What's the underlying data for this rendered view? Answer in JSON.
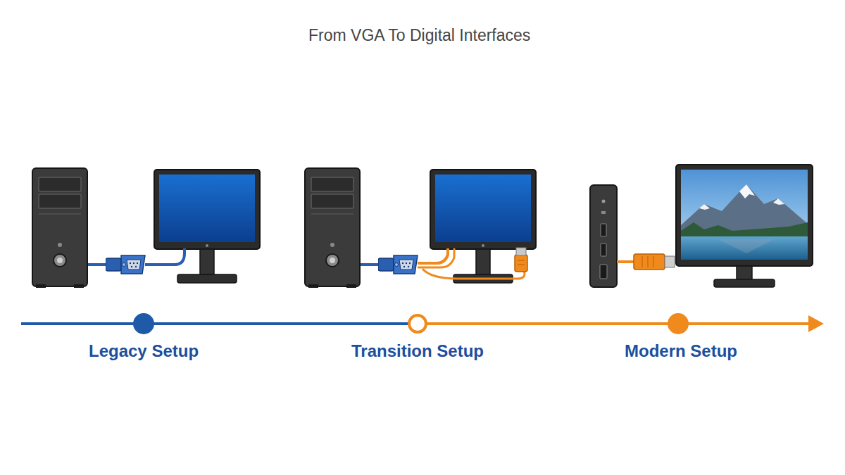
{
  "diagram": {
    "title": "From VGA To Digital Interfaces",
    "labels": [
      "Legacy Setup",
      "Transition Setup",
      "Modern Setup"
    ]
  }
}
